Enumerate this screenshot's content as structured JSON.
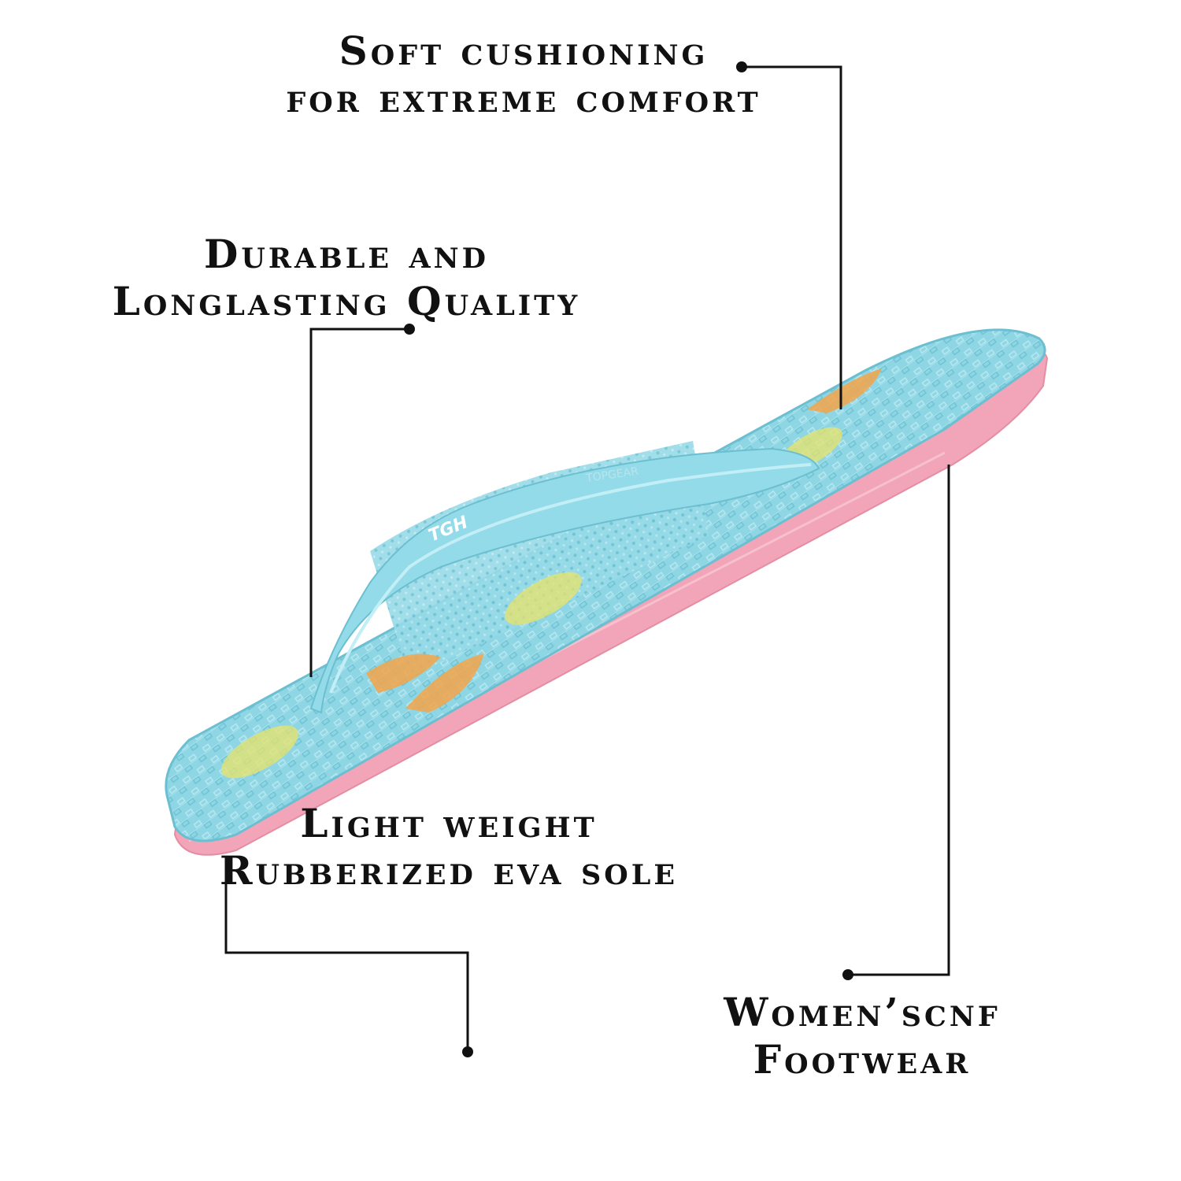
{
  "callouts": {
    "soft_cushioning": {
      "line1": "Soft cushioning",
      "line2": "for extreme comfort"
    },
    "durable": {
      "line1": "Durable and",
      "line2": "Longlasting Quality"
    },
    "light_weight": {
      "line1": "Light weight",
      "line2": "Rubberized eva sole"
    },
    "womens": {
      "line1": "Women’scnf",
      "line2": "Footwear"
    }
  },
  "product": {
    "brand_strap": "TOPGEAR",
    "logo": "TGH",
    "colors": {
      "footbed": "#8fd6e4",
      "sole": "#f2a5b8",
      "strap": "#93dbe9",
      "print_orange": "#f3a54a",
      "print_yellow": "#e8e36a"
    }
  }
}
